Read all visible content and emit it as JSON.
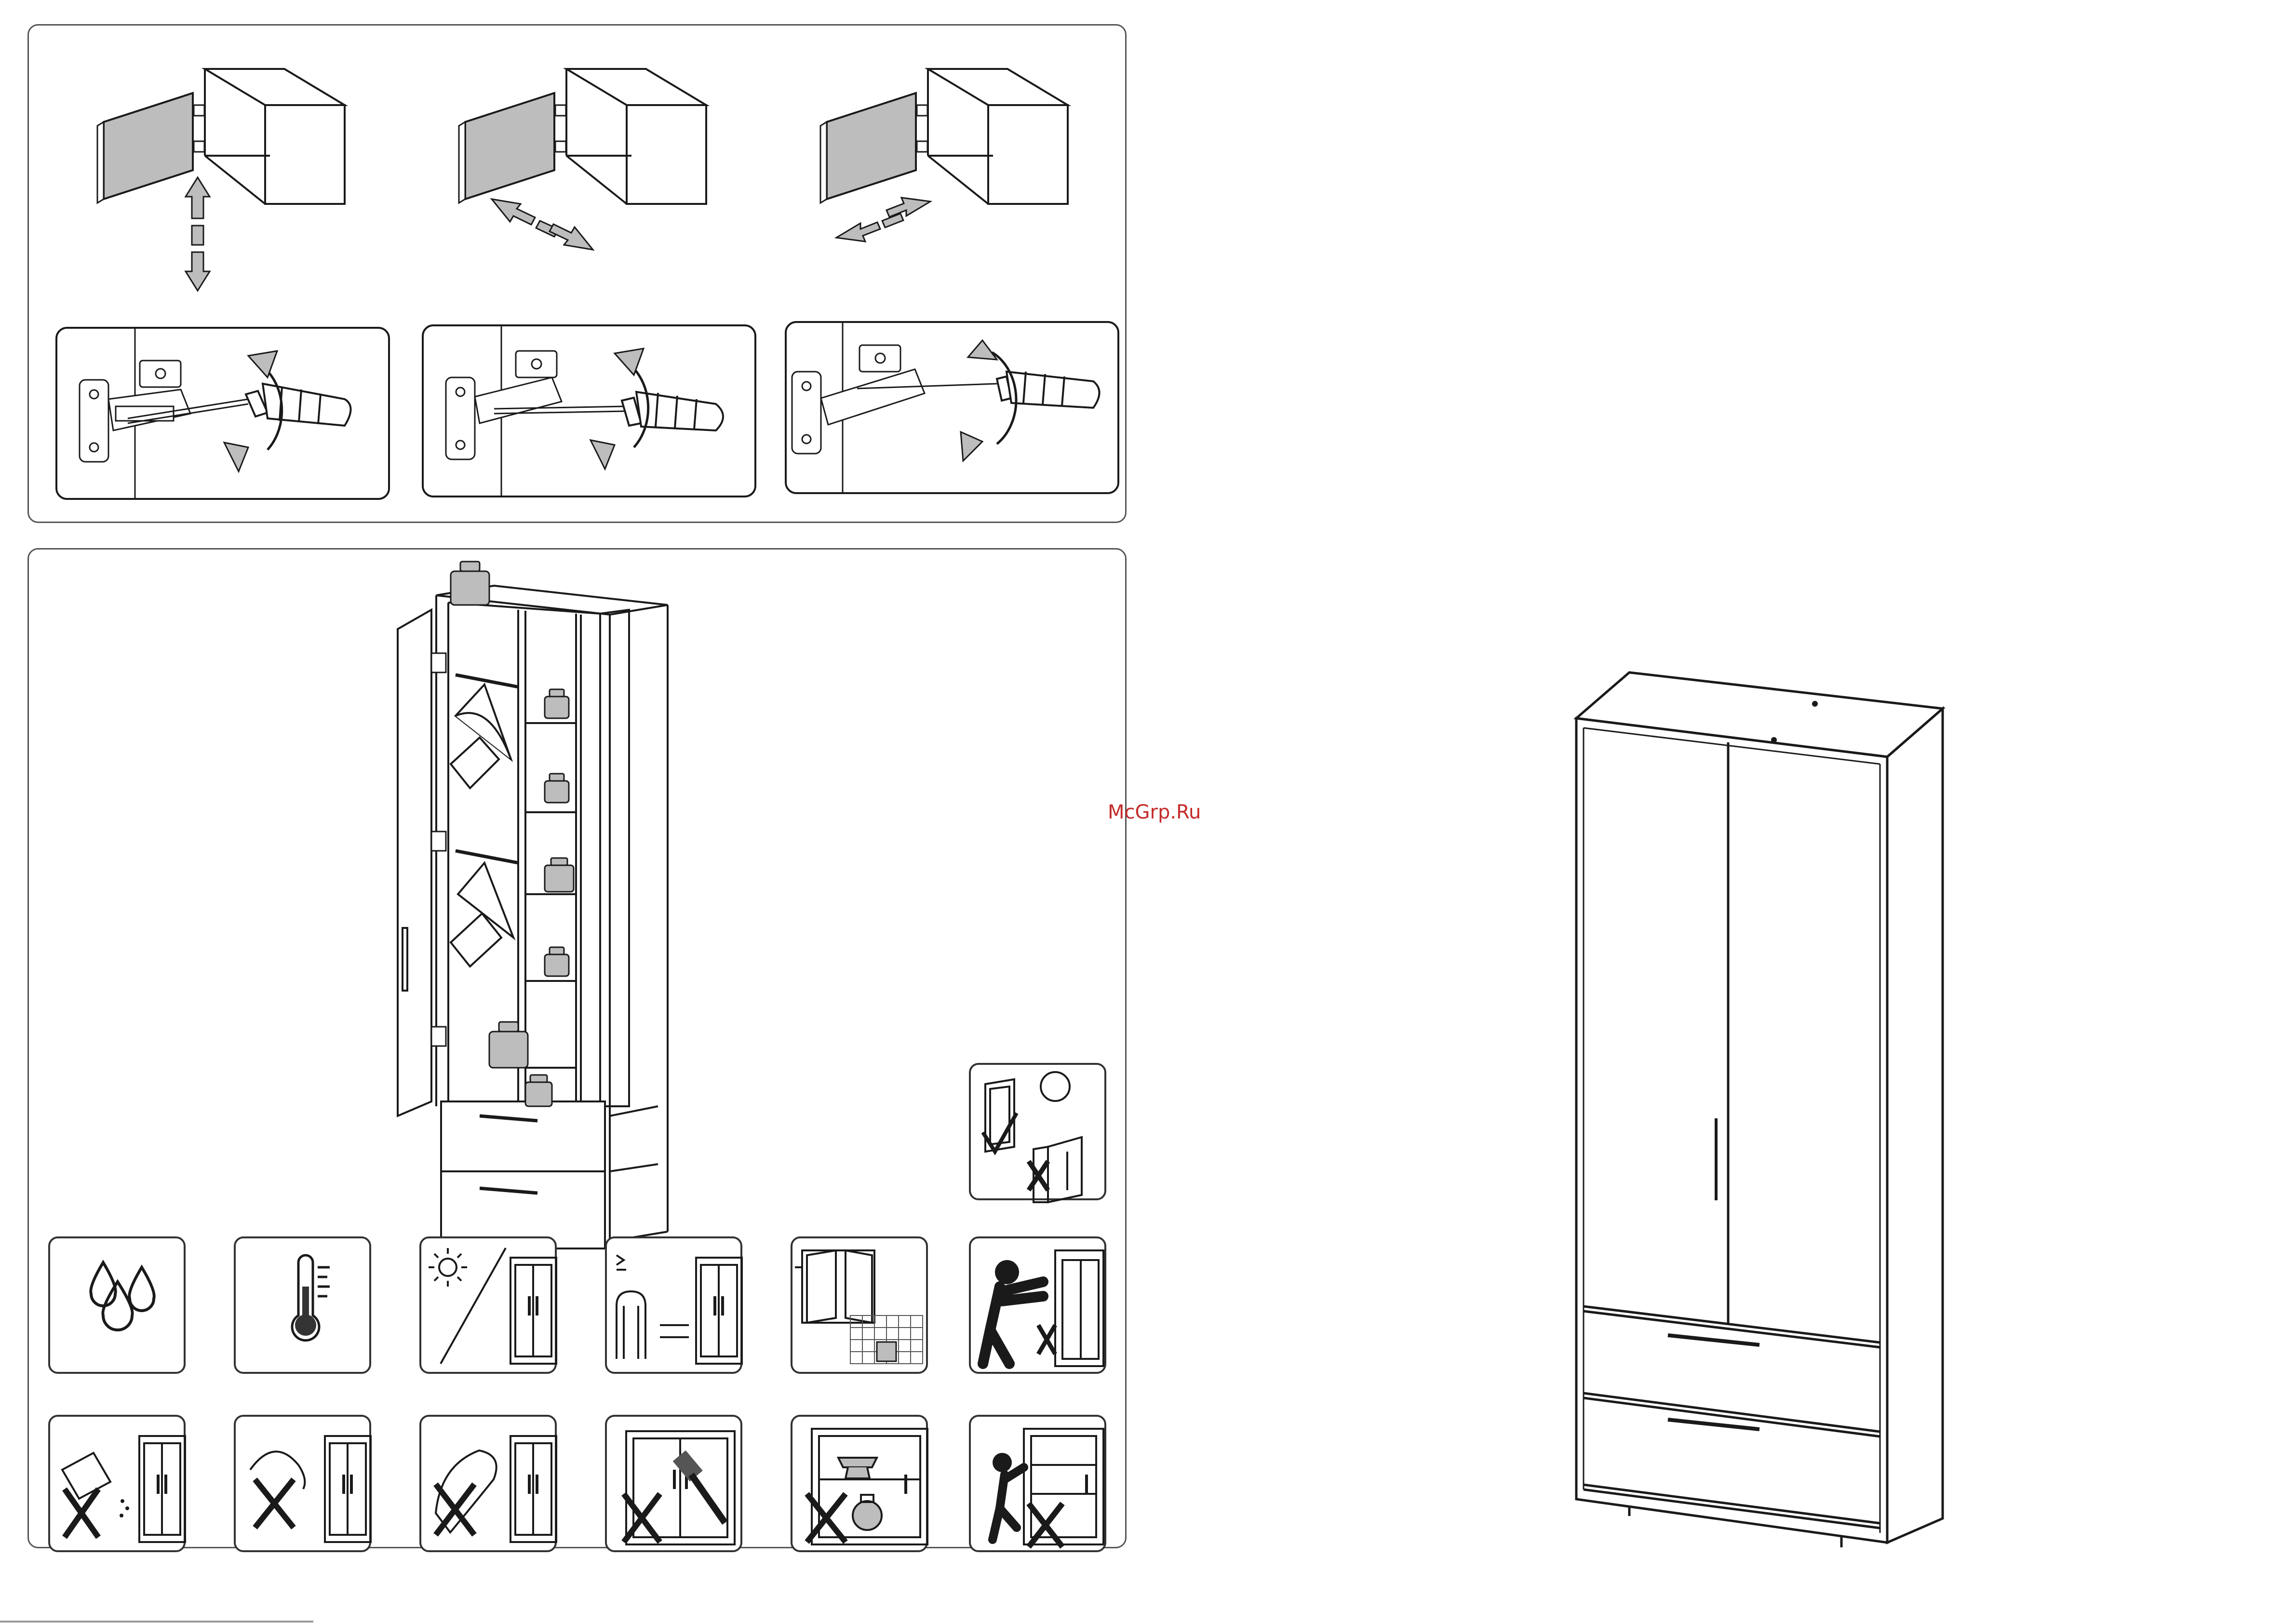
{
  "watermark": {
    "text": "McGrp.Ru"
  },
  "colors": {
    "line": "#1a1a1a",
    "panel_fill": "#bdbdbd",
    "border": "#555555",
    "watermark": "#c42a2a"
  },
  "top_panel": {
    "steps": [
      {
        "arrow_direction": "vertical-up-down",
        "screwdriver_rotation": "clockwise-and-counterclockwise"
      },
      {
        "arrow_direction": "horizontal-in-out",
        "screwdriver_rotation": "clockwise-and-counterclockwise"
      },
      {
        "arrow_direction": "horizontal-left-right",
        "screwdriver_rotation": "clockwise-and-counterclockwise"
      }
    ]
  },
  "bottom_panel": {
    "wardrobe_labels": [
      "open-wardrobe-weights"
    ],
    "tiles_row1": [
      "water-drops-icon",
      "thermometer-icon",
      "sunlight-icon",
      "heater-distance-icon",
      "window-humidity-icon",
      "moving-person-icon"
    ],
    "tiles_row2": [
      "no-water-spill-icon",
      "no-liquid-icon",
      "no-cleaning-agent-icon",
      "no-hammer-icon",
      "no-heavy-load-icon",
      "no-climbing-icon"
    ],
    "side_tile": "door-alignment-icon"
  }
}
